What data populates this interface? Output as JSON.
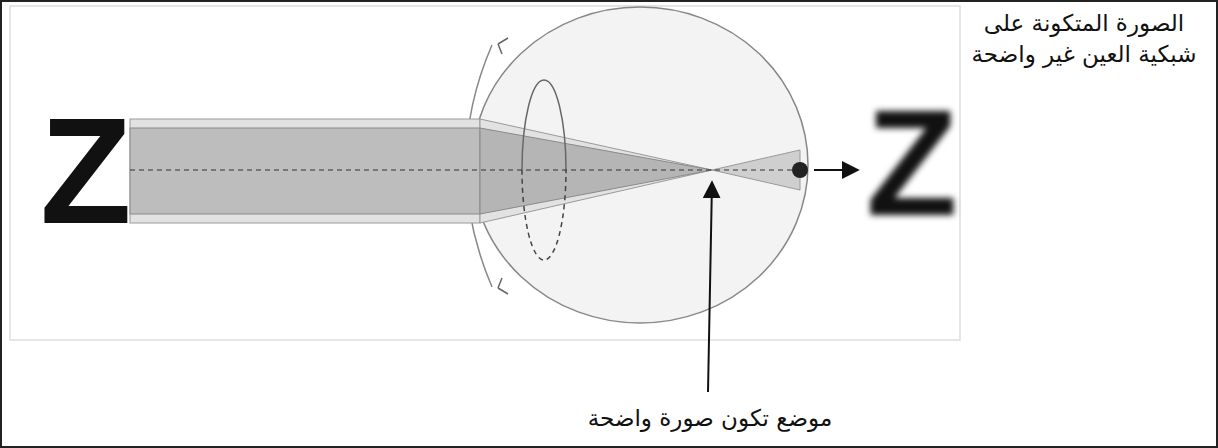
{
  "diagram": {
    "labels": [
      "Z",
      "الصورة المتكونة على شبكية العين غير واضحة",
      "Z",
      "موضع تكون صورة واضحة"
    ]
  }
}
